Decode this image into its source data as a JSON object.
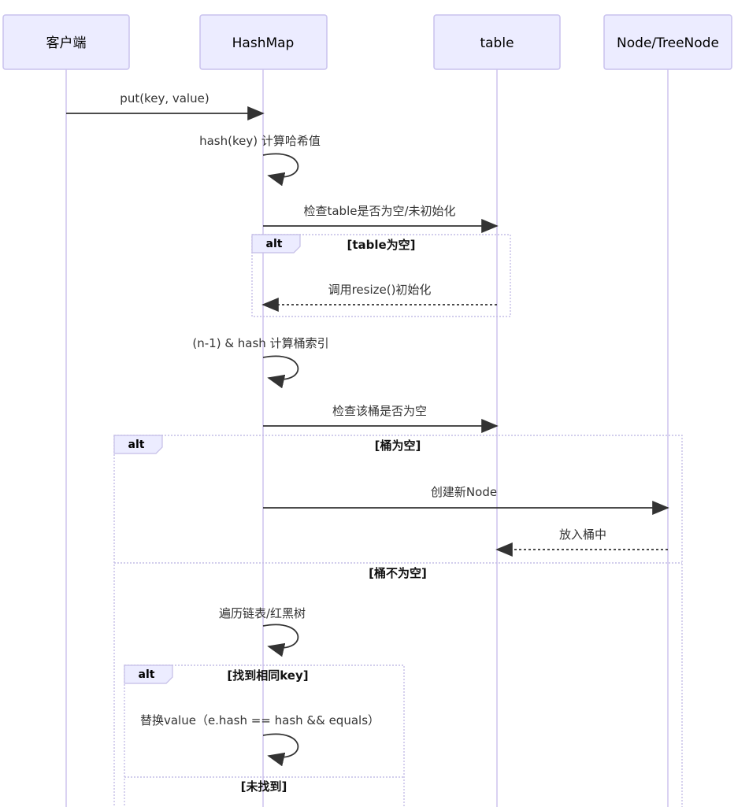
{
  "diagram": {
    "type": "sequence-diagram",
    "topic": "HashMap put flow",
    "participants": [
      {
        "label": "客户端"
      },
      {
        "label": "HashMap"
      },
      {
        "label": "table"
      },
      {
        "label": "Node/TreeNode"
      }
    ],
    "messages": {
      "put": "put(key, value)",
      "hash_self": "hash(key) 计算哈希值",
      "check_table": "检查table是否为空/未初始化",
      "resize": "调用resize()初始化",
      "bucket_index_self": "(n-1) & hash 计算桶索引",
      "check_bucket": "检查该桶是否为空",
      "create_node": "创建新Node",
      "put_in_bucket": "放入桶中",
      "traverse_self": "遍历链表/红黑树",
      "replace_value_self": "替换value（e.hash == hash && equals）"
    },
    "frames": {
      "table_alt": {
        "label": "alt",
        "condition": "[table为空]"
      },
      "bucket_alt": {
        "label": "alt",
        "condition_if": "[桶为空]",
        "condition_else": "[桶不为空]"
      },
      "key_alt": {
        "label": "alt",
        "condition_if": "[找到相同key]",
        "condition_else": "[未找到]"
      }
    },
    "colors": {
      "actor_fill": "#ECECFF",
      "actor_border": "#c9c2ee",
      "lifeline": "#d6cdf0",
      "frame_border": "#c4bde6",
      "signal": "#333333"
    }
  }
}
